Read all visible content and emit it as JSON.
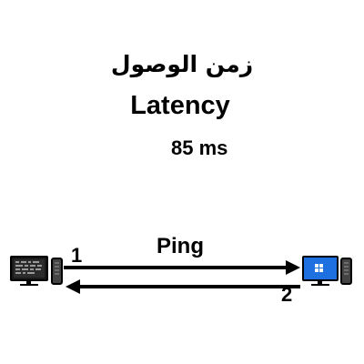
{
  "title_arabic": "زمن الوصول",
  "title_english": "Latency",
  "latency_value": "85 ms",
  "protocol_label": "Ping",
  "steps": [
    "1",
    "2"
  ],
  "devices": {
    "source": {
      "icon": "computer-monitor-icon"
    },
    "destination": {
      "icon": "windows-computer-icon"
    }
  },
  "colors": {
    "text": "#000000",
    "arrow": "#000000",
    "windows_screen": "#1e6fe0",
    "windows_logo": "#ffffff"
  }
}
